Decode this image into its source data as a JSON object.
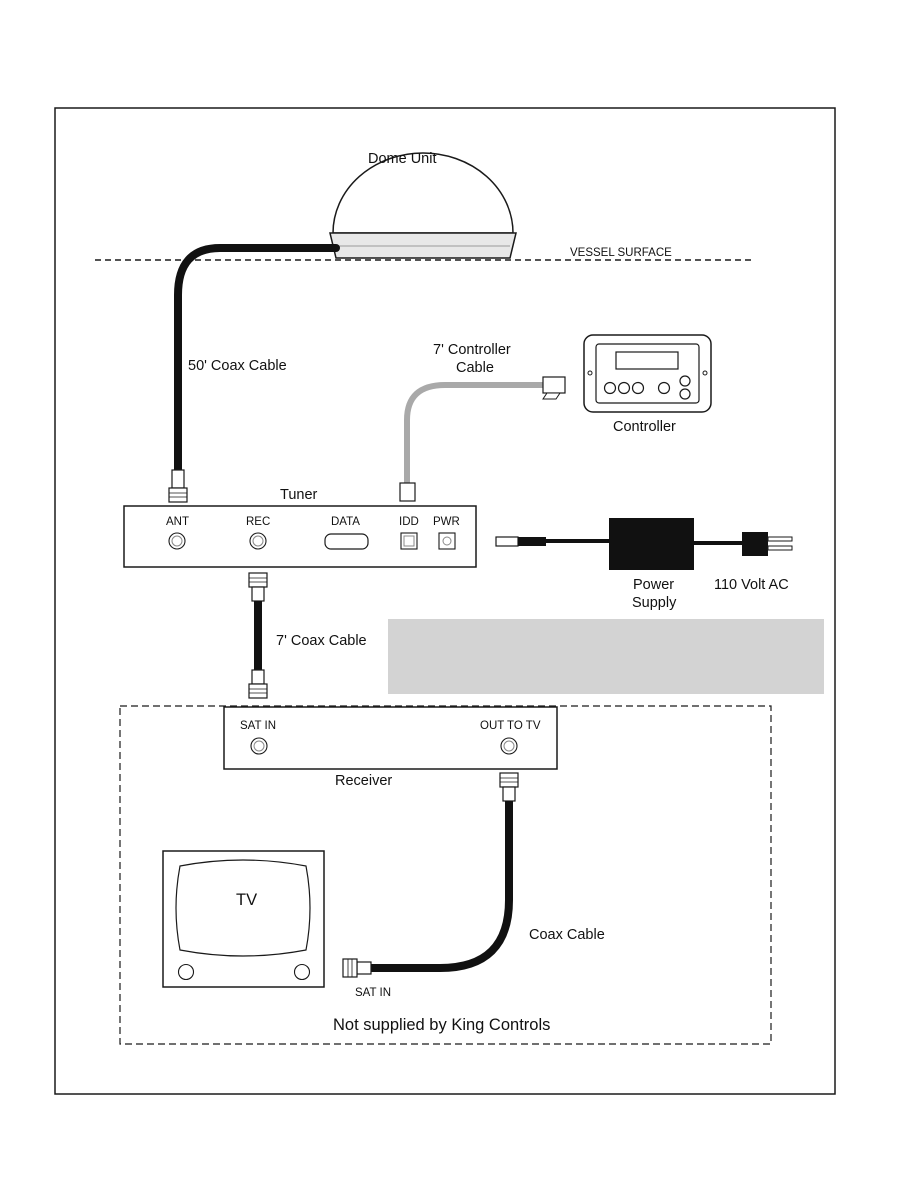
{
  "labels": {
    "dome_unit": "Dome Unit",
    "vessel_surface": "VESSEL SURFACE",
    "coax_50": "50' Coax Cable",
    "controller_cable_line1": "7' Controller",
    "controller_cable_line2": "Cable",
    "controller": "Controller",
    "tuner": "Tuner",
    "power_supply_line1": "Power",
    "power_supply_line2": "Supply",
    "ac_110": "110 Volt AC",
    "coax_7": "7' Coax Cable",
    "receiver": "Receiver",
    "tv": "TV",
    "coax": "Coax Cable",
    "tv_sat_in": "SAT IN",
    "not_supplied": "Not supplied by King Controls"
  },
  "tuner_ports": {
    "ant": "ANT",
    "rec": "REC",
    "data": "DATA",
    "idd": "IDD",
    "pwr": "PWR"
  },
  "receiver_ports": {
    "sat_in": "SAT IN",
    "out_to_tv": "OUT TO TV"
  },
  "colors": {
    "line": "#1a1a1a",
    "cable": "#111111",
    "controller_cable": "#a9a9a9",
    "grey_box": "#d3d3d3"
  }
}
